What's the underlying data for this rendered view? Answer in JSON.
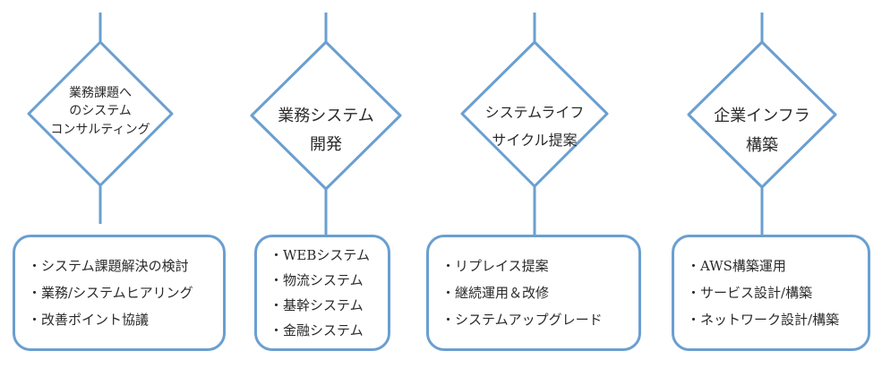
{
  "stages": [
    {
      "title_lines": [
        "業務課題へ",
        "のシステム",
        "コンサルティング"
      ],
      "items": [
        "システム課題解決の検討",
        "業務/システムヒアリング",
        "改善ポイント協議"
      ]
    },
    {
      "title_lines": [
        "業務システム",
        "開発"
      ],
      "items": [
        "WEBシステム",
        "物流システム",
        "基幹システム",
        "金融システム"
      ]
    },
    {
      "title_lines": [
        "システムライフ",
        "サイクル提案"
      ],
      "items": [
        "リプレイス提案",
        "継続運用＆改修",
        "システムアップグレード"
      ]
    },
    {
      "title_lines": [
        "企業インフラ",
        "構築"
      ],
      "items": [
        "AWS構築運用",
        "サービス設計/構築",
        "ネットワーク設計/構築"
      ]
    }
  ],
  "colors": {
    "line": "#6a9fd0",
    "text": "#2a2a2a"
  }
}
